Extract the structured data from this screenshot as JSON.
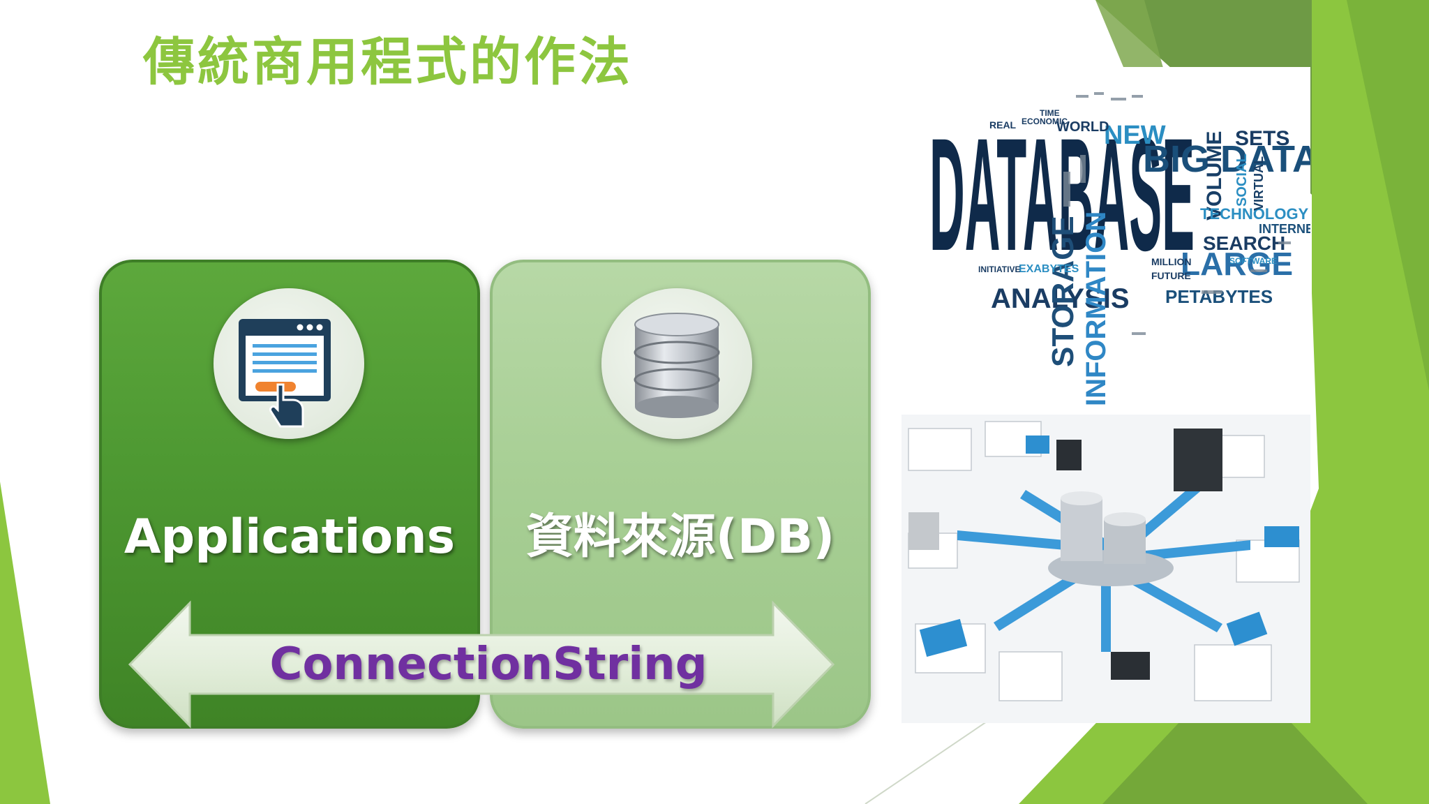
{
  "slide": {
    "title": "傳統商用程式的作法",
    "colors": {
      "title": "#8dc63f",
      "accent_dark": "#6b9a3a",
      "accent_light": "#8cc63f",
      "card_app": "#4f9a33",
      "card_db": "#a8cf95",
      "connection_text": "#7030a0"
    }
  },
  "diagram": {
    "applications": {
      "label": "Applications",
      "icon": "app-window-touch-icon"
    },
    "data_source": {
      "label": "資料來源(DB)",
      "icon": "database-cylinder-icon"
    },
    "connection": {
      "label": "ConnectionString",
      "icon": "double-headed-arrow"
    }
  },
  "illustration": {
    "word_cloud": {
      "words": [
        "DATABASE",
        "BIG DATA",
        "NEW",
        "ANALYSIS",
        "STORAGE",
        "INFORMATION",
        "LARGE",
        "VOLUME",
        "SEARCH",
        "TECHNOLOGY",
        "INTERNET",
        "SOCIAL",
        "VIRTUAL",
        "SETS",
        "WORLD",
        "PETABYTES",
        "EXABYTES",
        "MILLION",
        "FUTURE",
        "ECONOMIC",
        "REAL",
        "TIME",
        "INITIATIVE",
        "SOFTWARE"
      ]
    },
    "network_icon": "database-network-icon"
  }
}
